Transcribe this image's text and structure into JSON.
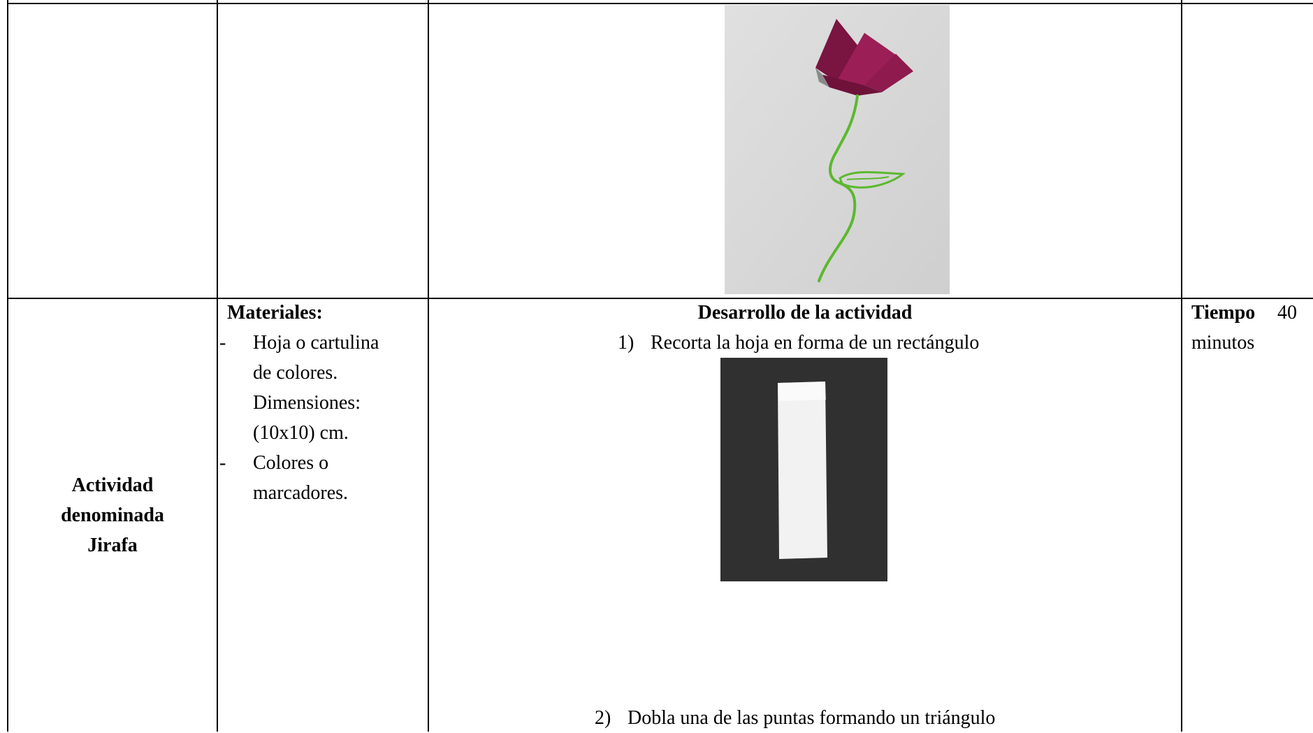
{
  "activity": {
    "title_lines": [
      "Actividad",
      "denominada",
      "Jirafa"
    ]
  },
  "materials": {
    "heading": "Materiales:",
    "items": [
      {
        "bullet": "-",
        "lines": [
          "Hoja o cartulina",
          "de colores.",
          "Dimensiones:",
          "(10x10) cm."
        ]
      },
      {
        "bullet": "-",
        "lines": [
          "Colores o",
          "marcadores."
        ]
      }
    ]
  },
  "development": {
    "heading": "Desarrollo de la actividad",
    "steps": [
      {
        "number": "1)",
        "text": "Recorta la hoja en forma de un rectángulo"
      },
      {
        "number": "2)",
        "text": "Dobla una de las puntas formando un triángulo"
      }
    ]
  },
  "time": {
    "label": "Tiempo",
    "value": "40",
    "unit": "minutos"
  },
  "colors": {
    "border": "#000000",
    "flower_petal": "#8e1a4e",
    "stem": "#5cb82e",
    "photo_gray": "#d9d9d9",
    "photo_dark": "#2b2b2b"
  }
}
